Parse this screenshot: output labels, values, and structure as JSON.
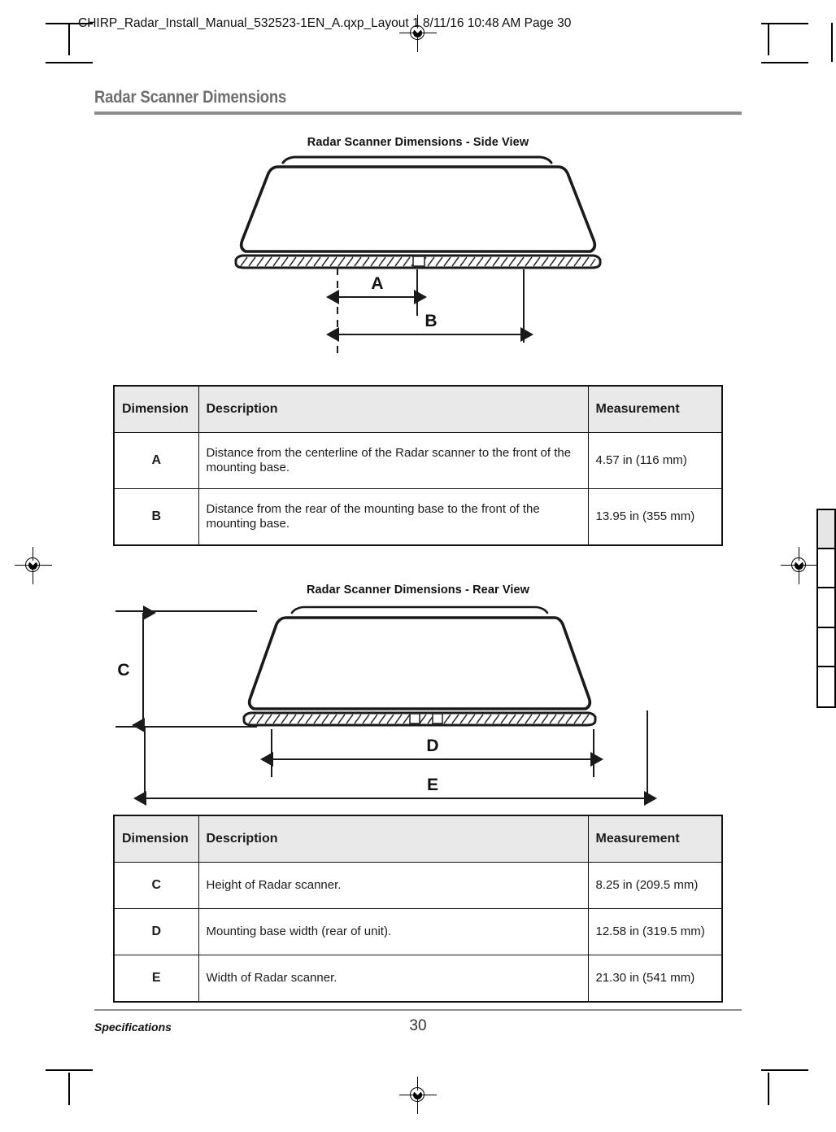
{
  "print_header": {
    "text": "CHIRP_Radar_Install_Manual_532523-1EN_A.qxp_Layout 1  8/11/16  10:48 AM  Page 30"
  },
  "page": {
    "title": "Radar Scanner Dimensions",
    "title_color": "#6e6e6e",
    "rule_color": "#8d8d8d"
  },
  "figures": [
    {
      "caption": "Radar Scanner Dimensions - Side View",
      "labels": [
        "A",
        "B"
      ]
    },
    {
      "caption": "Radar Scanner Dimensions - Rear View",
      "labels": [
        "C",
        "D",
        "E"
      ]
    }
  ],
  "tables": [
    {
      "headers": [
        "Dimension",
        "Description",
        "Measurement"
      ],
      "rows": [
        {
          "dimension": "A",
          "description": "Distance from the centerline of the Radar scanner to the front of the mounting base.",
          "measurement": "4.57 in (116 mm)"
        },
        {
          "dimension": "B",
          "description": "Distance from the rear of the mounting base to the front of the mounting base.",
          "measurement": "13.95 in (355 mm)"
        }
      ]
    },
    {
      "headers": [
        "Dimension",
        "Description",
        "Measurement"
      ],
      "rows": [
        {
          "dimension": "C",
          "description": "Height of Radar scanner.",
          "measurement": "8.25 in (209.5 mm)"
        },
        {
          "dimension": "D",
          "description": "Mounting base width (rear of unit).",
          "measurement": "12.58 in (319.5 mm)"
        },
        {
          "dimension": "E",
          "description": "Width of Radar scanner.",
          "measurement": "21.30 in (541 mm)"
        }
      ]
    }
  ],
  "footer": {
    "section": "Specifications",
    "page_number": "30"
  }
}
